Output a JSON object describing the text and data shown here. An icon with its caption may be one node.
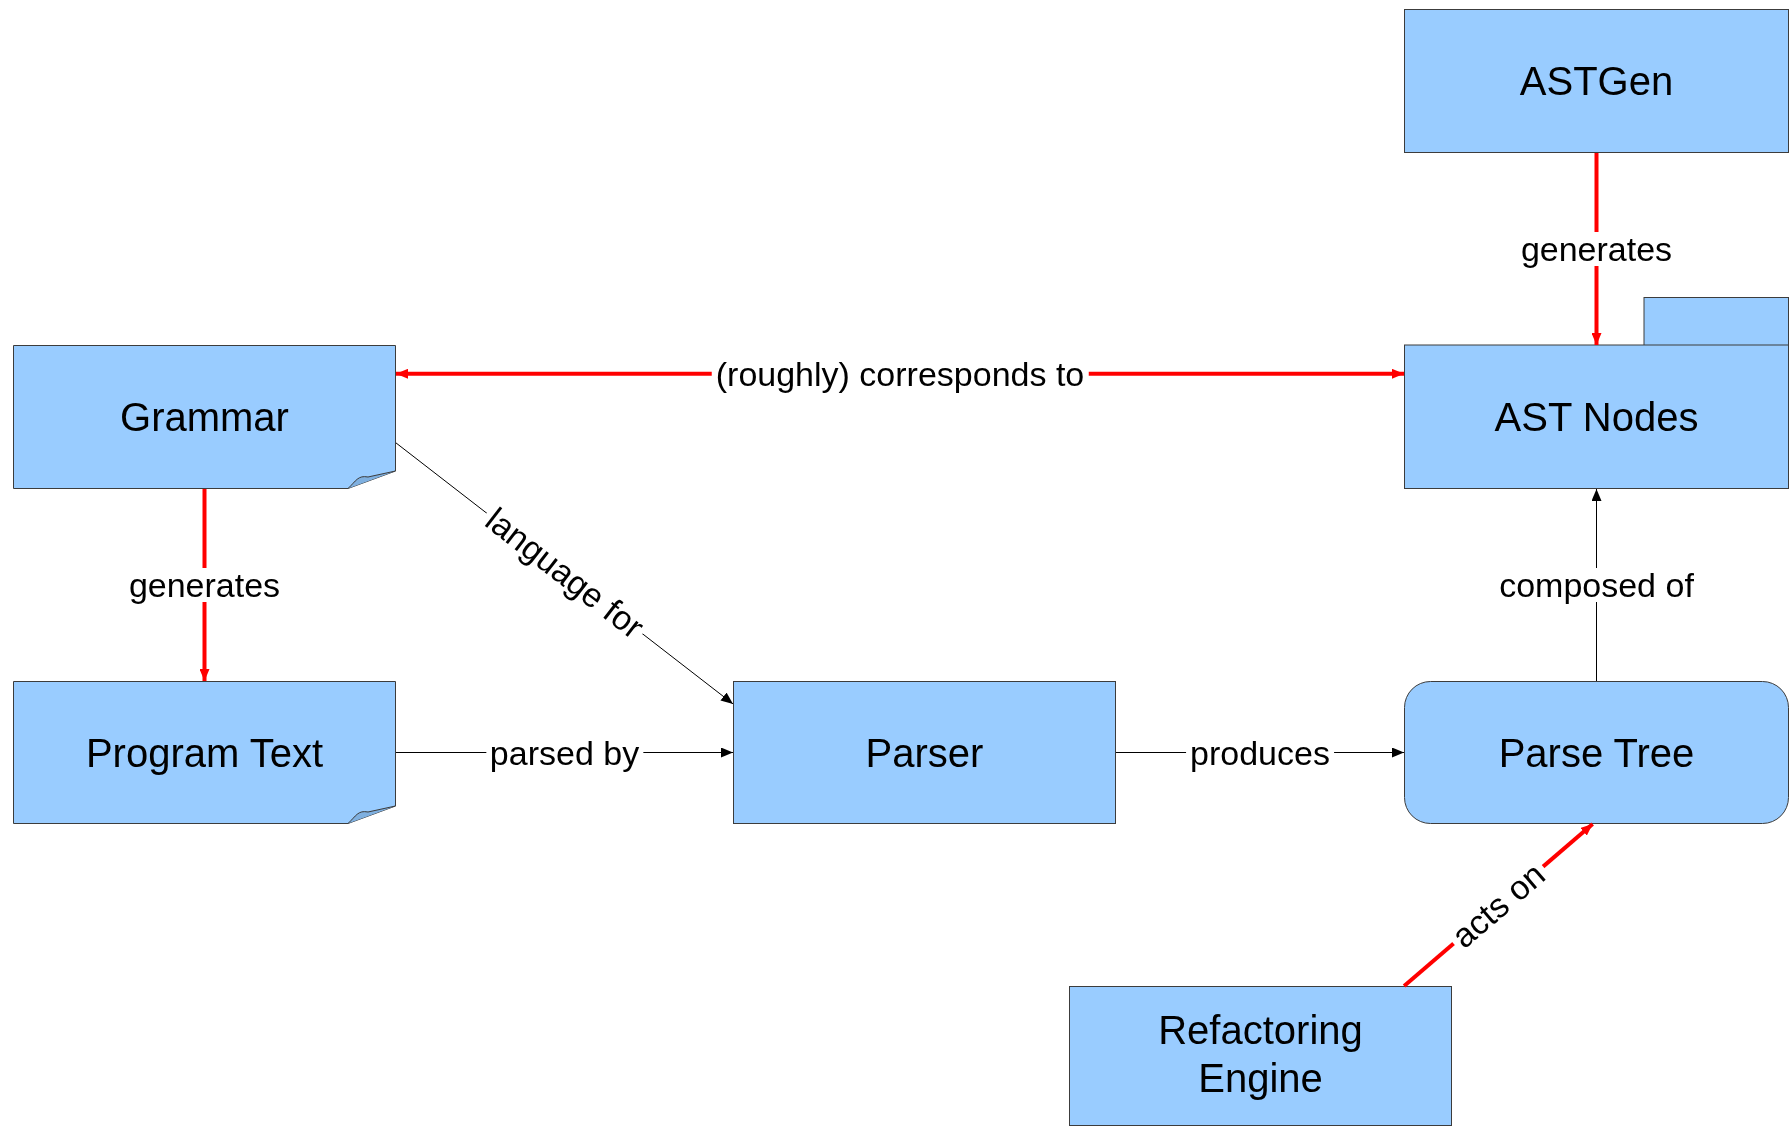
{
  "diagram": {
    "nodes": [
      {
        "text": [
          "ASTGen"
        ]
      },
      {
        "text": [
          "AST Nodes"
        ]
      },
      {
        "text": [
          "Grammar"
        ]
      },
      {
        "text": [
          "Program Text"
        ]
      },
      {
        "text": [
          "Parser"
        ]
      },
      {
        "text": [
          "Parse Tree"
        ]
      },
      {
        "text": [
          "Refactoring Engine"
        ]
      }
    ],
    "edges": [
      {
        "from": 0,
        "to": 1,
        "arrow": "to",
        "label": "generates",
        "style": "thick",
        "color": "#ff0000"
      },
      {
        "from": 2,
        "to": 1,
        "arrow": "both",
        "label": "(roughly) corresponds to",
        "style": "thick",
        "color": "#ff0000"
      },
      {
        "from": 2,
        "to": 3,
        "arrow": "to",
        "label": "generates",
        "style": "thick",
        "color": "#ff0000"
      },
      {
        "from": 2,
        "to": 4,
        "arrow": "to",
        "label": "language for",
        "color": "#000000"
      },
      {
        "from": 3,
        "to": 4,
        "arrow": "to",
        "label": "parsed by",
        "color": "#000000"
      },
      {
        "from": 4,
        "to": 5,
        "arrow": "to",
        "label": "produces",
        "color": "#000000"
      },
      {
        "from": 5,
        "to": 1,
        "arrow": "to",
        "label": "composed of",
        "color": "#000000"
      },
      {
        "from": 6,
        "to": 5,
        "arrow": "to",
        "label": "acts on",
        "style": "thick",
        "color": "#ff0000"
      }
    ]
  }
}
